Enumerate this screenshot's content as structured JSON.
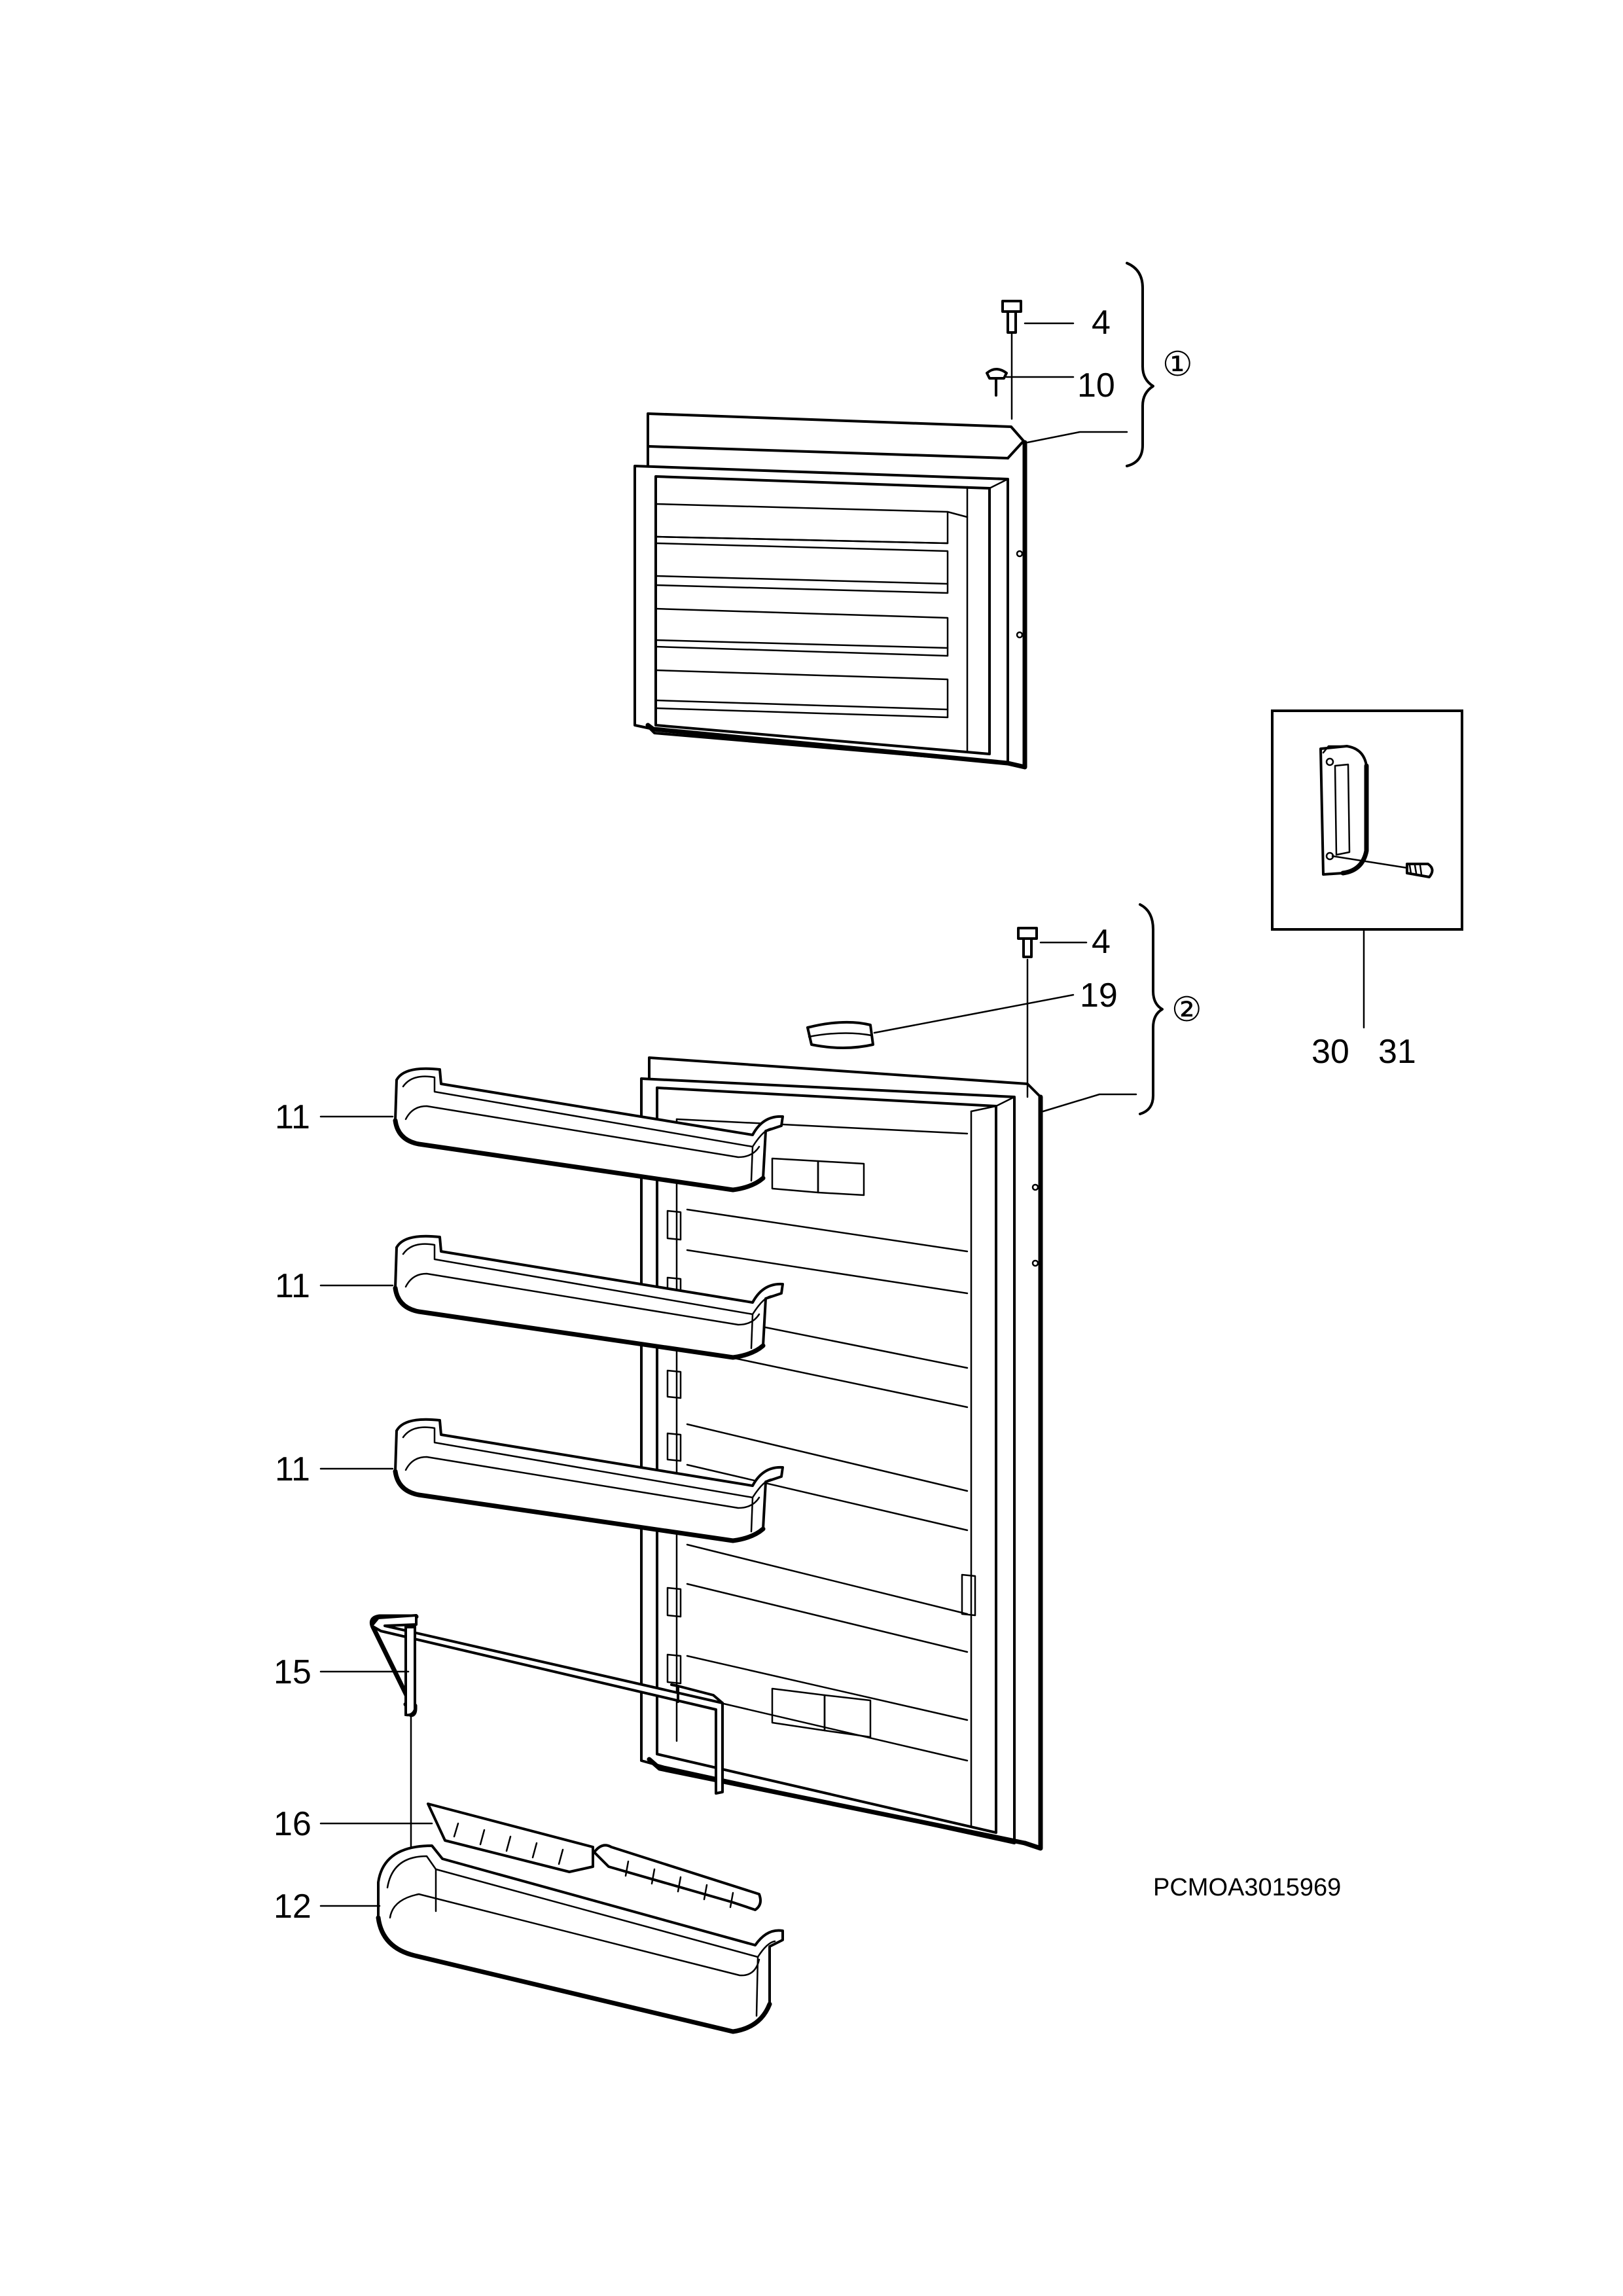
{
  "labels": {
    "top_screw": "4",
    "top_pin": "10",
    "group_1": "①",
    "mid_screw": "4",
    "cap": "19",
    "group_2": "②",
    "handle_a": "30",
    "handle_b": "31",
    "shelf_1": "11",
    "shelf_2": "11",
    "shelf_3": "11",
    "retainer": "15",
    "divider": "16",
    "bottle_shelf": "12",
    "drawing_code": "PCMOA3015969"
  }
}
